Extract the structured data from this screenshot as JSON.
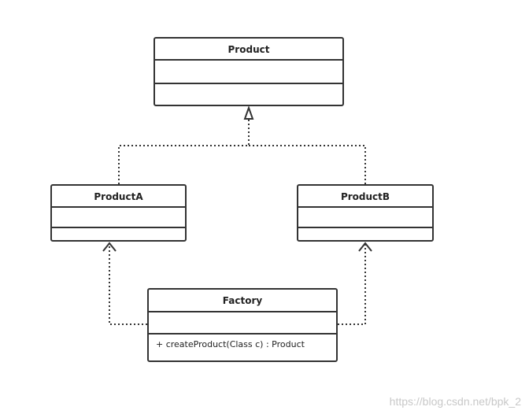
{
  "diagram": {
    "classes": [
      {
        "id": "product",
        "name": "Product",
        "operations": []
      },
      {
        "id": "product-a",
        "name": "ProductA",
        "operations": []
      },
      {
        "id": "product-b",
        "name": "ProductB",
        "operations": []
      },
      {
        "id": "factory",
        "name": "Factory",
        "operations": [
          "+ createProduct(Class c) : Product"
        ]
      }
    ],
    "relations": [
      {
        "type": "realization",
        "from": "ProductA",
        "to": "Product"
      },
      {
        "type": "realization",
        "from": "ProductB",
        "to": "Product"
      },
      {
        "type": "dependency",
        "from": "Factory",
        "to": "ProductA"
      },
      {
        "type": "dependency",
        "from": "Factory",
        "to": "ProductB"
      }
    ],
    "line_color": "#333333"
  },
  "watermark": "https://blog.csdn.net/bpk_2"
}
